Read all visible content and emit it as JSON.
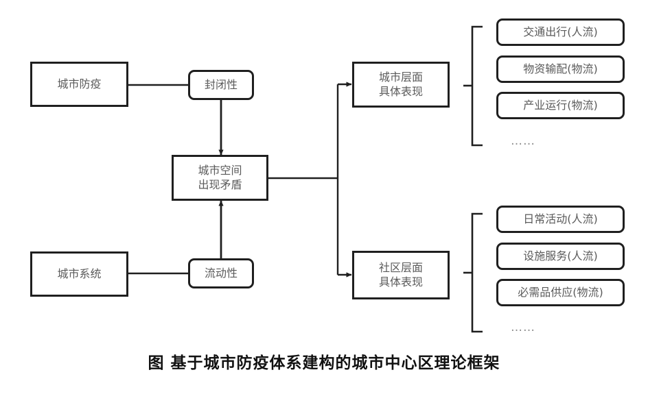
{
  "diagram": {
    "caption": "图 基于城市防疫体系建构的城市中心区理论框架",
    "sources": [
      {
        "id": "epidemic-control",
        "label": "城市防疫"
      },
      {
        "id": "urban-system",
        "label": "城市系统"
      }
    ],
    "attributes": [
      {
        "id": "closure",
        "label": "封闭性"
      },
      {
        "id": "mobility",
        "label": "流动性"
      }
    ],
    "core": {
      "id": "spatial-conflict",
      "label": "城市空间\n出现矛盾"
    },
    "levels": [
      {
        "id": "city-level",
        "label": "城市层面\n具体表现",
        "items": [
          "交通出行(人流)",
          "物资输配(物流)",
          "产业运行(物流)"
        ],
        "ellipsis": "……"
      },
      {
        "id": "community-level",
        "label": "社区层面\n具体表现",
        "items": [
          "日常活动(人流)",
          "设施服务(人流)",
          "必需品供应(物流)"
        ],
        "ellipsis": "……"
      }
    ],
    "colors": {
      "stroke": "#1f1f1f",
      "text": "#5a5a5a",
      "caption": "#111111",
      "background": "#ffffff"
    }
  }
}
